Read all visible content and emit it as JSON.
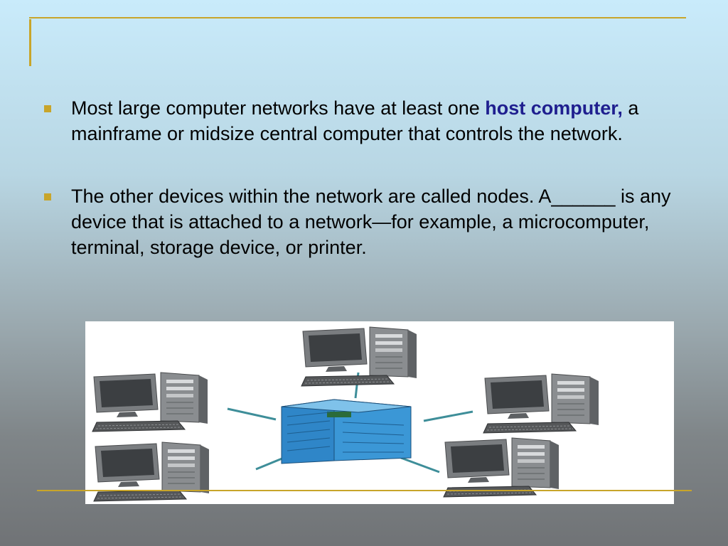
{
  "slide": {
    "bullets": [
      {
        "before": "Most large computer networks have at least one ",
        "highlight": "host computer,",
        "after": " a mainframe or midsize central computer that controls the network."
      },
      {
        "text": "The other devices within the network are called nodes. A______ is any device that is attached to a network—for example, a microcomputer, terminal, storage device, or printer."
      }
    ],
    "figure": {
      "server_icon": "server-icon",
      "node_icon": "desktop-computer-icon",
      "colors": {
        "accent": "#c8a52a",
        "highlight_text": "#1f1f8f",
        "server_blue": "#2f86c8",
        "link_line": "#3e8e99"
      }
    }
  }
}
